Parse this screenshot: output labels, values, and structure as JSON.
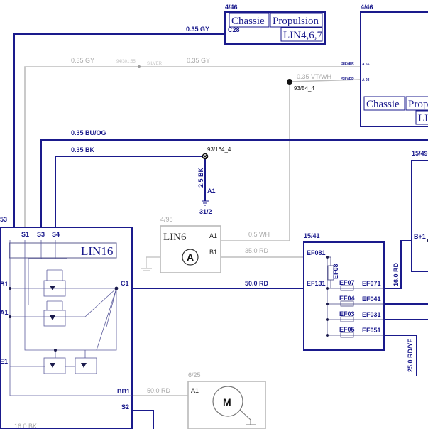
{
  "wires": {
    "w_035gy_top": "0.35 GY",
    "w_035gy_a": "0.35 GY",
    "w_splice_94": "94/301:55",
    "w_splice_silver": "SILVER",
    "w_035gy_b": "0.35 GY",
    "w_035vtwh": "0.35 VT/WH",
    "w_9354": "93/54_4",
    "w_035buog": "0.35 BU/OG",
    "w_035bk": "0.35 BK",
    "w_93164": "93/164_4",
    "w_25bk": "2.5 BK",
    "w_a1_gnd": "A1",
    "w_312": "31/2",
    "w_05wh": "0.5 WH",
    "w_350rd": "35.0 RD",
    "w_500rd_main": "50.0 RD",
    "w_160rd": "16.0 RD",
    "w_250rdye": "25.0 RD/YE",
    "w_500rd_motor": "50.0 RD",
    "w_160bk": "16.0 BK"
  },
  "chassis_top": {
    "ref": "4/46",
    "line1a": "Chassie",
    "line1b": "Propulsion",
    "line2": "LIN4,6,7",
    "pin": "C28"
  },
  "chassis_right": {
    "ref": "4/46",
    "line1a": "Chassie",
    "line1b": "Prop",
    "line2": "LIN",
    "silver1": "SILVER",
    "pin1": "A 65",
    "silver2": "SILVER",
    "pin2": "A 93"
  },
  "lin16": {
    "ref": "53",
    "title": "LIN16",
    "s1": "S1",
    "s3": "S3",
    "s4": "S4",
    "c1": "C1",
    "bb1": "BB1",
    "s2": "S2",
    "left1": "B1",
    "left2": "A1",
    "left3": "E1"
  },
  "lin6": {
    "ref": "4/98",
    "title": "LIN6",
    "a1": "A1",
    "b1": "B1",
    "symbol": "A"
  },
  "fusebox": {
    "ref": "15/41",
    "ef081": "EF081",
    "ef08": "EF08",
    "ef131": "EF131",
    "ef07": "EF07",
    "ef071": "EF071",
    "ef04": "EF04",
    "ef041": "EF041",
    "ef03": "EF03",
    "ef031": "EF031",
    "ef05": "EF05",
    "ef051": "EF051"
  },
  "right_box": {
    "ref": "15/49",
    "pin": "B+1"
  },
  "motor": {
    "ref": "6/25",
    "pin": "A1",
    "symbol": "M"
  }
}
